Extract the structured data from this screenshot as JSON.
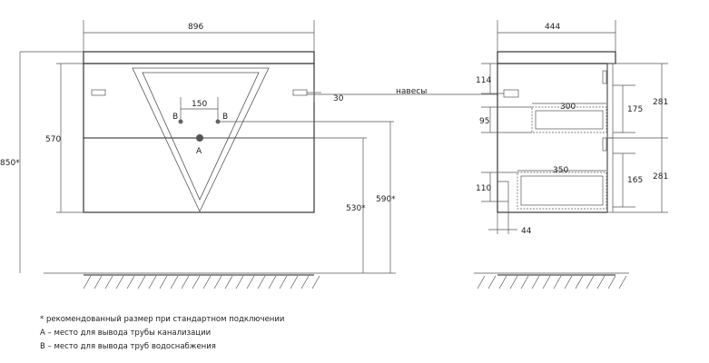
{
  "dimensions": {
    "front_width": "896",
    "front_height_total": "850*",
    "front_body_height": "570",
    "front_hole_height": "530*",
    "front_hinge_height": "590*",
    "hole_spacing": "150",
    "hinge_offset": "30",
    "side_depth": "444",
    "side_top_offset": "114",
    "side_gap_offset": "95",
    "side_bottom_offset": "110",
    "upper_drawer_depth": "300",
    "lower_drawer_depth": "350",
    "upper_drawer_height": "175",
    "lower_drawer_height": "165",
    "upper_front_height": "281",
    "lower_front_height": "281",
    "back_offset": "44"
  },
  "labels": {
    "hole_b_left": "B",
    "hole_b_right": "B",
    "hole_a": "A",
    "hinges": "навесы"
  },
  "notes": [
    "* рекомендованный размер при стандартном подключении",
    "А – место для вывода трубы канализации",
    "В – место для вывода труб водоснабжения"
  ]
}
